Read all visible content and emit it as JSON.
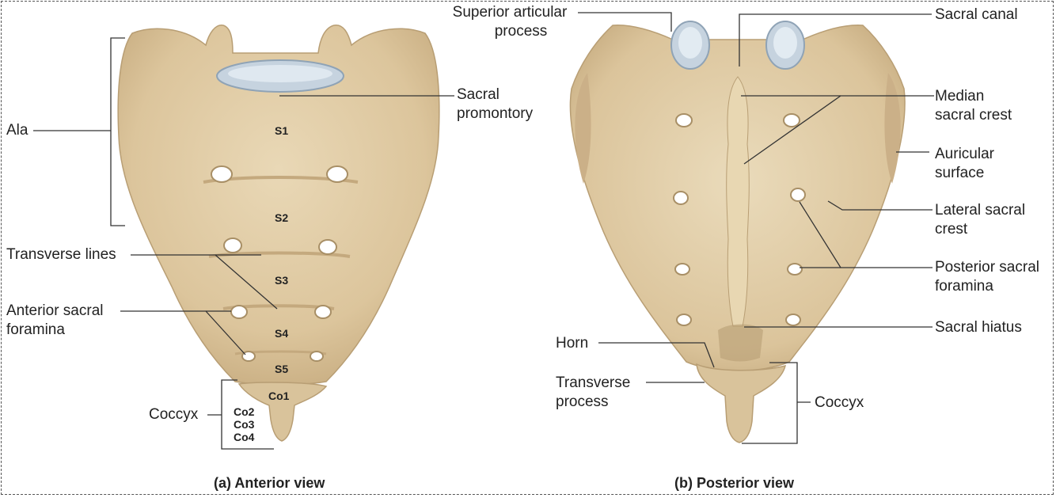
{
  "anterior": {
    "caption": "(a) Anterior view",
    "segments": {
      "s1": "S1",
      "s2": "S2",
      "s3": "S3",
      "s4": "S4",
      "s5": "S5",
      "co1": "Co1",
      "co2": "Co2",
      "co3": "Co3",
      "co4": "Co4"
    },
    "labels": {
      "ala": "Ala",
      "transverse_lines": "Transverse lines",
      "anterior_sacral_1": "Anterior sacral",
      "anterior_sacral_2": "foramina",
      "coccyx": "Coccyx",
      "promontory_1": "Sacral",
      "promontory_2": "promontory"
    }
  },
  "posterior": {
    "caption": "(b) Posterior view",
    "labels": {
      "superior_1": "Superior articular",
      "superior_2": "process",
      "sacral_canal": "Sacral canal",
      "median_1": "Median",
      "median_2": "sacral crest",
      "auricular_1": "Auricular",
      "auricular_2": "surface",
      "lateral_1": "Lateral sacral",
      "lateral_2": "crest",
      "posterior_foramina_1": "Posterior sacral",
      "posterior_foramina_2": "foramina",
      "sacral_hiatus": "Sacral hiatus",
      "horn": "Horn",
      "transverse_1": "Transverse",
      "transverse_2": "process",
      "coccyx": "Coccyx"
    }
  },
  "colors": {
    "bone": "#e2cea8",
    "bone_dark": "#b89e74",
    "cartilage": "#c9d6e2",
    "line": "#333333",
    "hole": "#ffffff"
  }
}
